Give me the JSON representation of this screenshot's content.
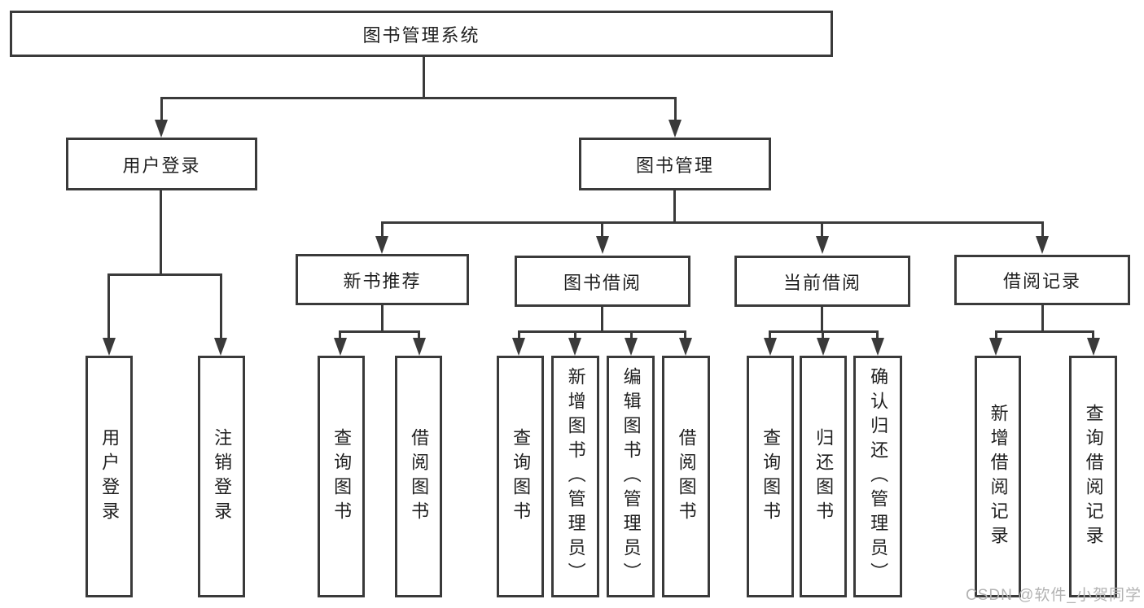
{
  "tree": {
    "root": {
      "label": "图书管理系统",
      "children": [
        {
          "label": "用户登录",
          "children": [
            {
              "label": "用户登录"
            },
            {
              "label": "注销登录"
            }
          ]
        },
        {
          "label": "图书管理",
          "children": [
            {
              "label": "新书推荐",
              "children": [
                {
                  "label": "查询图书"
                },
                {
                  "label": "借阅图书"
                }
              ]
            },
            {
              "label": "图书借阅",
              "children": [
                {
                  "label": "查询图书"
                },
                {
                  "label": "新增图书（管理员）"
                },
                {
                  "label": "编辑图书（管理员）"
                },
                {
                  "label": "借阅图书"
                }
              ]
            },
            {
              "label": "当前借阅",
              "children": [
                {
                  "label": "查询图书"
                },
                {
                  "label": "归还图书"
                },
                {
                  "label": "确认归还（管理员）"
                }
              ]
            },
            {
              "label": "借阅记录",
              "children": [
                {
                  "label": "新增借阅记录"
                },
                {
                  "label": "查询借阅记录"
                }
              ]
            }
          ]
        }
      ]
    }
  },
  "watermark": {
    "text": "CSDN @软件_小贺同学"
  },
  "colors": {
    "line": "#3a3a3a",
    "text": "#1f1f1f",
    "watermark": "#b3b3b3",
    "background": "#ffffff"
  }
}
